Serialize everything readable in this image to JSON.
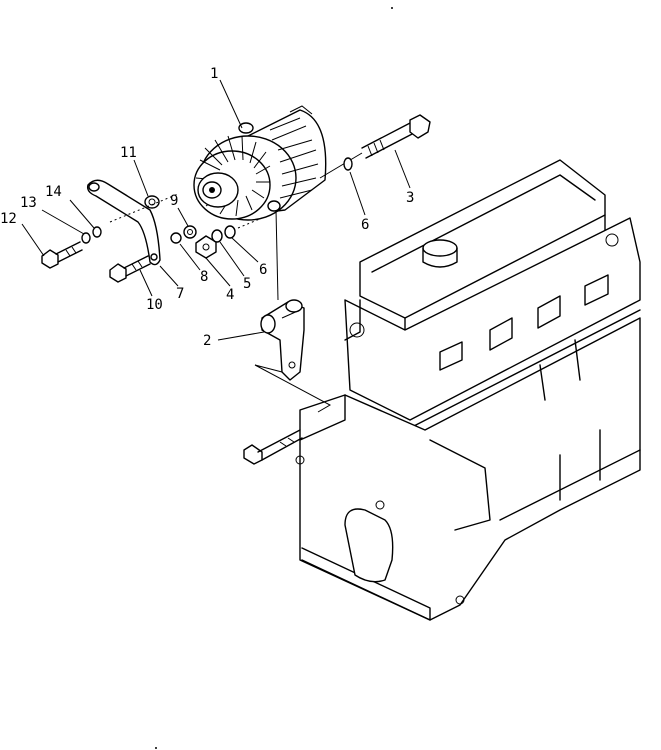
{
  "callouts": {
    "c1": "1",
    "c2": "2",
    "c3": "3",
    "c4": "4",
    "c5": "5",
    "c6a": "6",
    "c6b": "6",
    "c7": "7",
    "c8": "8",
    "c9": "9",
    "c10": "10",
    "c11": "11",
    "c12": "12",
    "c13": "13",
    "c14": "14"
  }
}
